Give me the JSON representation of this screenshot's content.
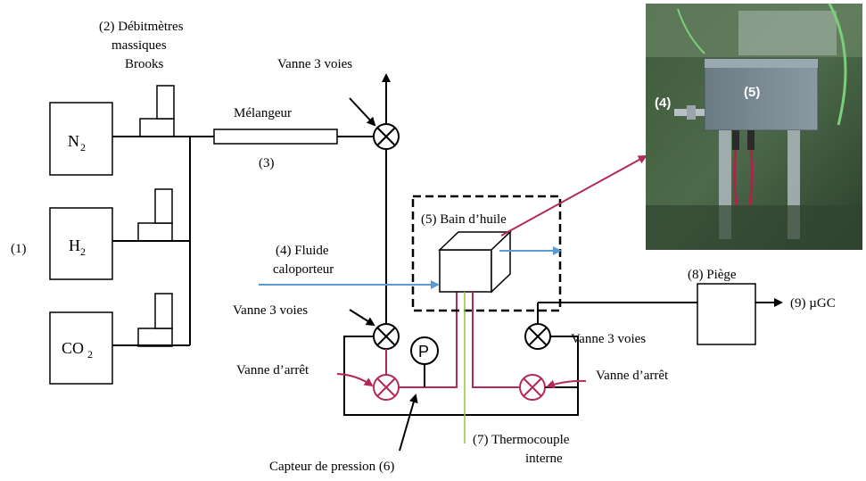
{
  "labels": {
    "meters_line1": "(2) Débitmètres",
    "meters_line2": "massiques",
    "meters_line3": "Brooks",
    "gas_n2": "N",
    "gas_h2": "H",
    "gas_co2": "CO",
    "gas_sub": "2",
    "item1": "(1)",
    "mixer": "Mélangeur",
    "mixer_num": "(3)",
    "valve3_top": "Vanne 3 voies",
    "valve3_left": "Vanne 3 voies",
    "valve3_right": "Vanne 3 voies",
    "fluid_line1": "(4) Fluide",
    "fluid_line2": "caloporteur",
    "oil_bath": "(5) Bain d’huile",
    "stop_left": "Vanne d’arrêt",
    "stop_right": "Vanne d’arrêt",
    "pressure_symbol": "P",
    "pressure_sensor": "Capteur de pression (6)",
    "thermo_line1": "(7) Thermocouple",
    "thermo_line2": "interne",
    "trap": "(8) Piège",
    "ugc": "(9) µGC",
    "photo_label4": "(4)",
    "photo_label5": "(5)"
  },
  "colors": {
    "line": "#000000",
    "red": "#b22a55",
    "blue": "#5b9bd5",
    "green": "#8dc63f"
  }
}
